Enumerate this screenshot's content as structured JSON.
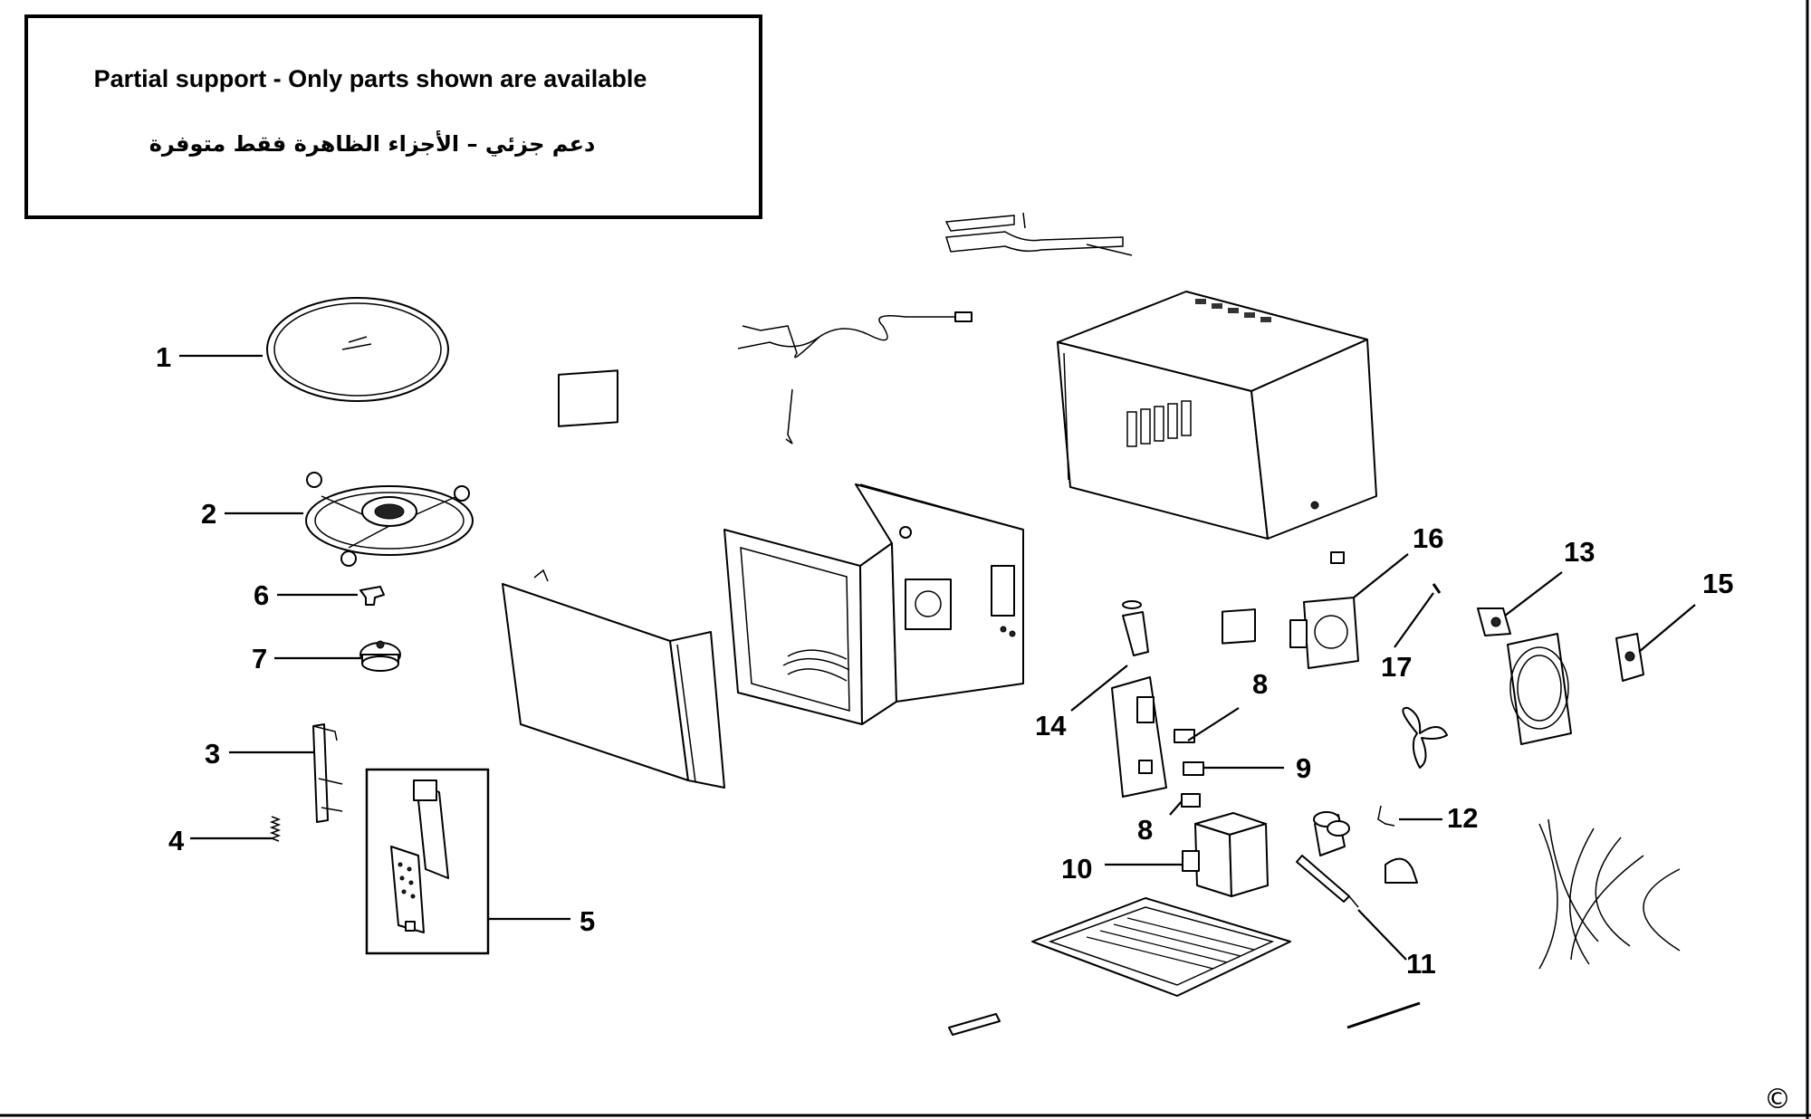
{
  "notice": {
    "title": "Partial support - Only parts shown are available",
    "arabic": "دعم جزئي – الأجزاء الظاهرة فقط متوفرة"
  },
  "callouts": [
    "1",
    "2",
    "3",
    "4",
    "5",
    "6",
    "7",
    "8",
    "8",
    "9",
    "10",
    "11",
    "12",
    "13",
    "14",
    "15",
    "16",
    "17"
  ],
  "copyright_symbol": "©"
}
